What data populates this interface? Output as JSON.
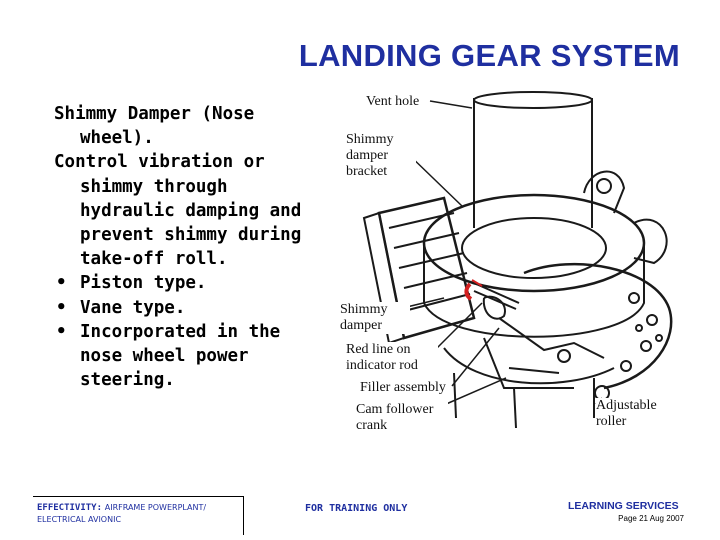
{
  "slide": {
    "title": "LANDING GEAR SYSTEM",
    "paragraphs": [
      "Shimmy Damper (Nose wheel).",
      "Control vibration or shimmy through hydraulic damping and prevent shimmy during take-off roll."
    ],
    "bullet_symbol": "•",
    "bullets": [
      "Piston type.",
      "Vane type.",
      "Incorporated in the nose wheel power steering."
    ]
  },
  "figure": {
    "callouts": {
      "vent_hole": "Vent hole",
      "bracket": "Shimmy damper bracket",
      "damper": "Shimmy damper",
      "red_line": "Red line on indicator rod",
      "filler": "Filler assembly",
      "cam": "Cam follower crank",
      "roller": "Adjustable roller"
    },
    "highlight_color": "#d42020"
  },
  "footer": {
    "effectivity_label": "EFFECTIVITY:",
    "effectivity_value": "AIRFRAME POWERPLANT/",
    "effectivity_value2": "ELECTRICAL AVIONIC",
    "training": "FOR TRAINING ONLY",
    "learning": "LEARNING SERVICES",
    "page_date": "Page 21 Aug 2007"
  },
  "colors": {
    "title": "#1f2fa0",
    "footer_text": "#1f2fa0"
  }
}
